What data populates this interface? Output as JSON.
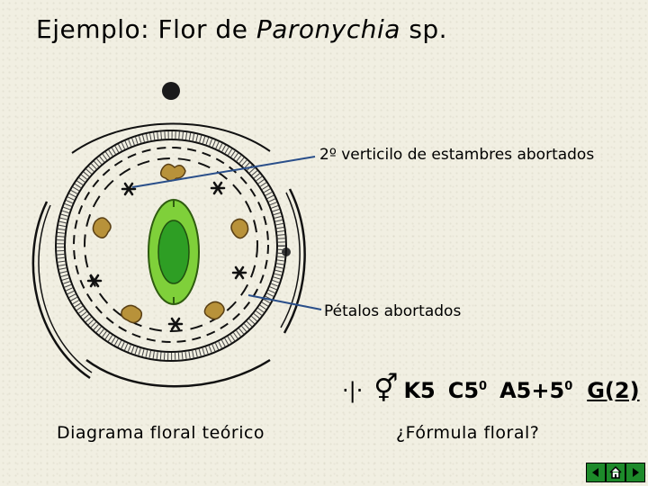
{
  "title": {
    "prefix": "Ejemplo: Flor de ",
    "species": "Paronychia",
    "suffix": " sp."
  },
  "labels": {
    "staminodes": "2º verticilo de estambres abortados",
    "petals": "Pétalos abortados"
  },
  "formula": {
    "symmetry": "·|·",
    "sex_symbol": "⚥",
    "calyx": "K5",
    "corolla": "C5",
    "corolla_sup": "0",
    "androecium": "A5+5",
    "androecium_sup": "0",
    "gynoecium": "G(2)"
  },
  "captions": {
    "left": "Diagrama floral teórico",
    "right": "¿Fórmula floral?"
  },
  "nav": {
    "icons": [
      "back-arrow-icon",
      "home-icon",
      "forward-arrow-icon"
    ]
  },
  "colors": {
    "pointer_line": "#2a4f8a",
    "anther": "#b8923a",
    "ovary_outer": "#7fd03a",
    "ovary_inner": "#2e9e24",
    "nav_button": "#1d8a2a"
  }
}
